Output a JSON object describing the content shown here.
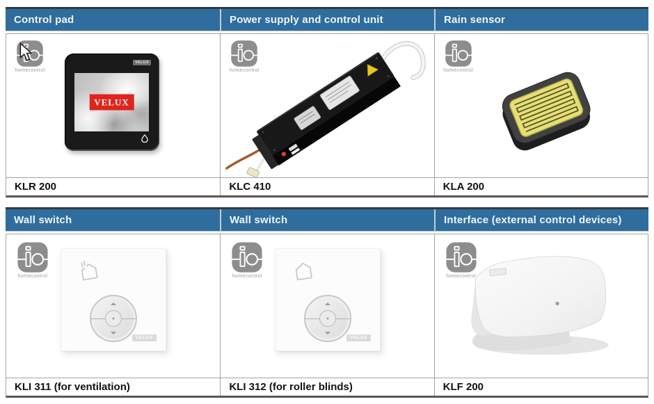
{
  "colors": {
    "header_bg": "#2E6D9E",
    "header_text": "#F2F5F7",
    "velux_red": "#E0231D",
    "io_gray": "#8D8D8D",
    "label_text": "#111111",
    "border_light": "#9FA4A8",
    "border_dark": "#53585C"
  },
  "io_logo": {
    "text": "io",
    "subtext": "homecontrol"
  },
  "brand": {
    "velux": "VELUX"
  },
  "tables": [
    {
      "columns": [
        {
          "header": "Control pad",
          "model": "KLR 200"
        },
        {
          "header": "Power supply and control unit",
          "model": "KLC 410"
        },
        {
          "header": "Rain sensor",
          "model": "KLA 200"
        }
      ]
    },
    {
      "columns": [
        {
          "header": "Wall switch",
          "model": "KLI 311 (for ventilation)"
        },
        {
          "header": "Wall switch",
          "model": "KLI 312 (for roller blinds)"
        },
        {
          "header": "Interface (external control devices)",
          "model": "KLF 200"
        }
      ]
    }
  ]
}
